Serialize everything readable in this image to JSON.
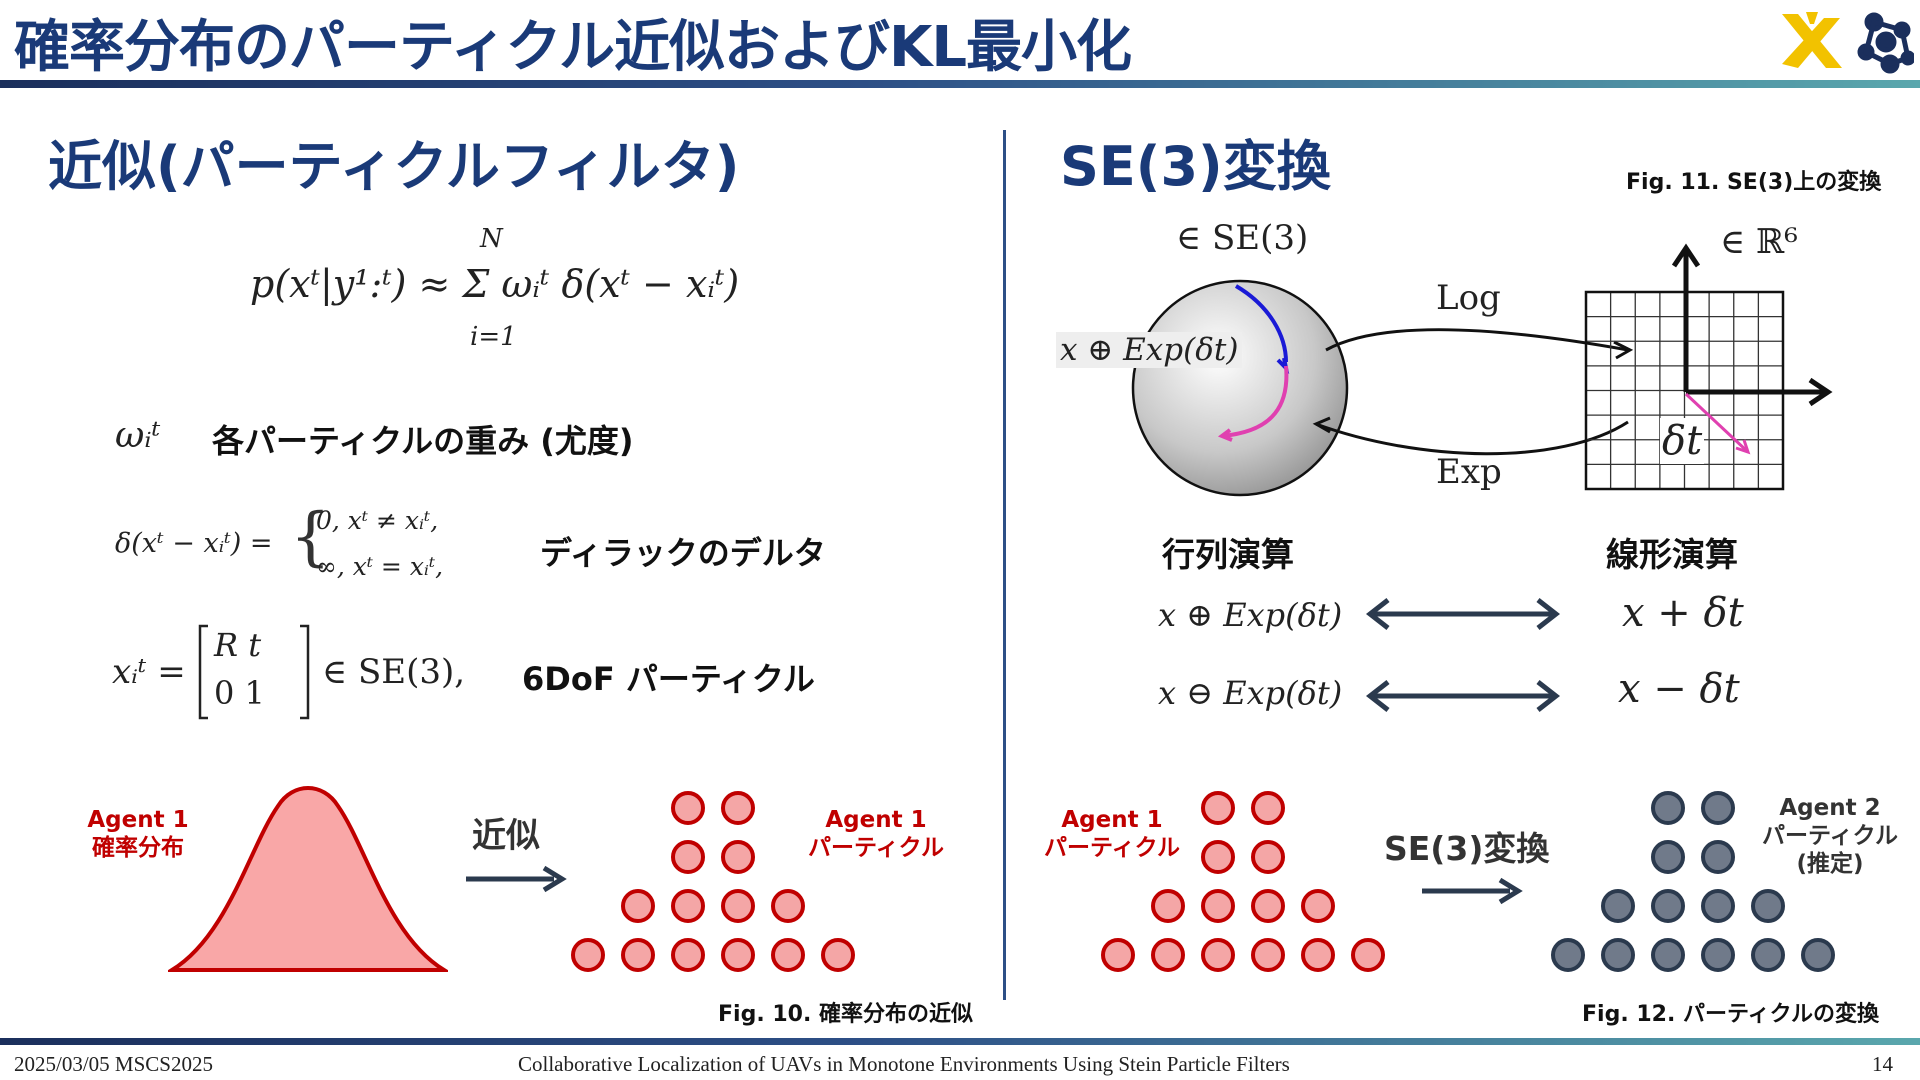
{
  "slide": {
    "title": "確率分布のパーティクル近似およびKL最小化",
    "left_heading": "近似(パーティクルフィルタ)",
    "right_heading": "SE(3)変換"
  },
  "left": {
    "eq_main": "p(xᵗ|y¹:ᵗ) ≈ Σ ωᵢᵗ δ(xᵗ − xᵢᵗ)",
    "eq_sum_top": "N",
    "eq_sum_bottom": "i=1",
    "weight_symbol": "ωᵢᵗ",
    "weight_desc": "各パーティクルの重み (尤度)",
    "delta_lhs": "δ(xᵗ − xᵢᵗ) =",
    "delta_case1": "0,      xᵗ ≠ xᵢᵗ,",
    "delta_case2": "∞,     xᵗ = xᵢᵗ,",
    "delta_desc": "ディラックのデルタ",
    "particle_lhs": "xᵢᵗ =",
    "matrix_r1": "R     t",
    "matrix_r2": "0     1",
    "particle_rhs": "∈ SE(3),",
    "particle_desc": "6DoF パーティクル",
    "dist_label_1": "Agent 1",
    "dist_label_2": "確率分布",
    "arrow_label": "近似",
    "particles_label_1": "Agent 1",
    "particles_label_2": "パーティクル",
    "caption": "Fig. 10. 確率分布の近似"
  },
  "right": {
    "caption_top": "Fig. 11. SE(3)上の変換",
    "se3_member": "∈ SE(3)",
    "r6_member": "∈ ℝ⁶",
    "sphere_label": "x ⊕ Exp(δt)",
    "log_label": "Log",
    "exp_label": "Exp",
    "delta_t_label": "δt",
    "col_matrix": "行列演算",
    "col_linear": "線形演算",
    "row1_left": "x ⊕ Exp(δt)",
    "row1_right": "x + δt",
    "row2_left": "x ⊖ Exp(δt)",
    "row2_right": "x − δt",
    "agent1_label_1": "Agent 1",
    "agent1_label_2": "パーティクル",
    "transform_label": "SE(3)変換",
    "agent2_label_1": "Agent 2",
    "agent2_label_2": "パーティクル",
    "agent2_label_3": "(推定)",
    "caption_bottom": "Fig. 12. パーティクルの変換"
  },
  "footer": {
    "date": "2025/03/05 MSCS2025",
    "paper_title": "Collaborative Localization of UAVs in Monotone Environments Using Stein Particle Filters",
    "page": "14"
  },
  "colors": {
    "title_blue": "#1a3a78",
    "particle_red": "#c00000",
    "particle_red_fill": "#f4a6a6",
    "particle_grey": "#707a8a",
    "arrow_dark": "#2b3a4e"
  }
}
